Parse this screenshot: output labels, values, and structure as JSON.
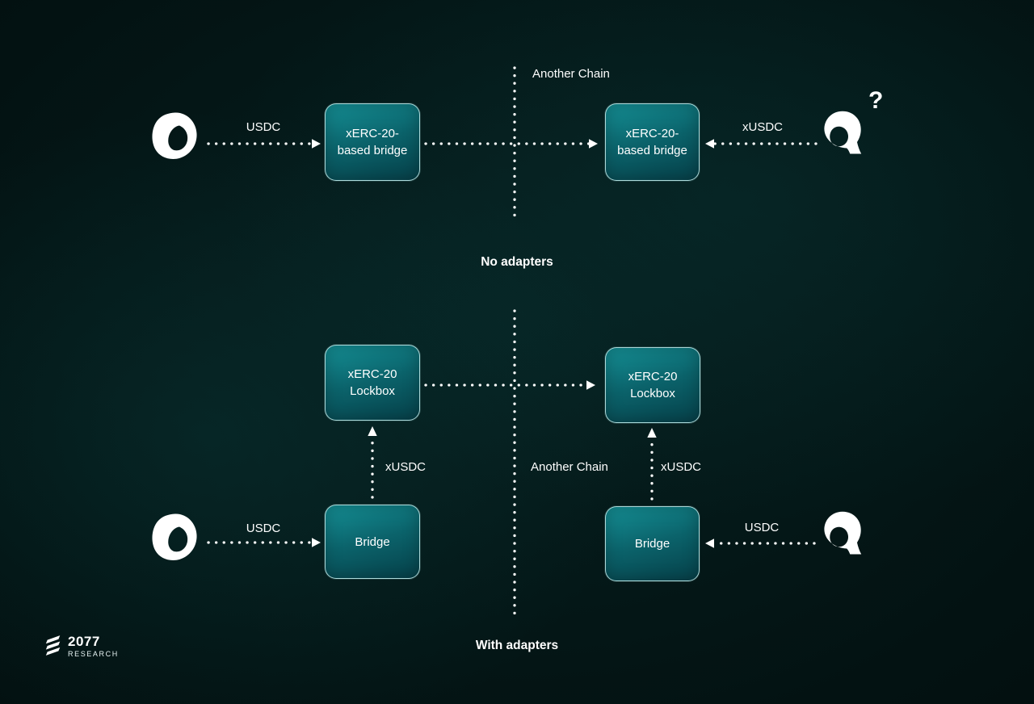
{
  "colors": {
    "background": "#020a0a",
    "glow_teal": "#0c4e4e",
    "node_gradient_start": "#159096",
    "node_gradient_end": "#06414a",
    "node_border": "#bee6e6",
    "text": "#ffffff"
  },
  "top_diagram": {
    "another_chain_label": "Another Chain",
    "caption": "No adapters",
    "sender_token_label": "USDC",
    "receiver_token_label": "xUSDC",
    "left_bridge_label": "xERC-20-based bridge",
    "right_bridge_label": "xERC-20-based bridge",
    "question_mark": "?"
  },
  "bottom_diagram": {
    "another_chain_label": "Another Chain",
    "caption": "With adapters",
    "left_lockbox_label": "xERC-20 Lockbox",
    "right_lockbox_label": "xERC-20 Lockbox",
    "left_bridge_label": "Bridge",
    "right_bridge_label": "Bridge",
    "sender_token_label": "USDC",
    "receiver_token_label": "USDC",
    "left_adapter_token_label": "xUSDC",
    "right_adapter_token_label": "xUSDC"
  },
  "logo": {
    "name": "2077",
    "subtitle": "RESEARCH"
  }
}
